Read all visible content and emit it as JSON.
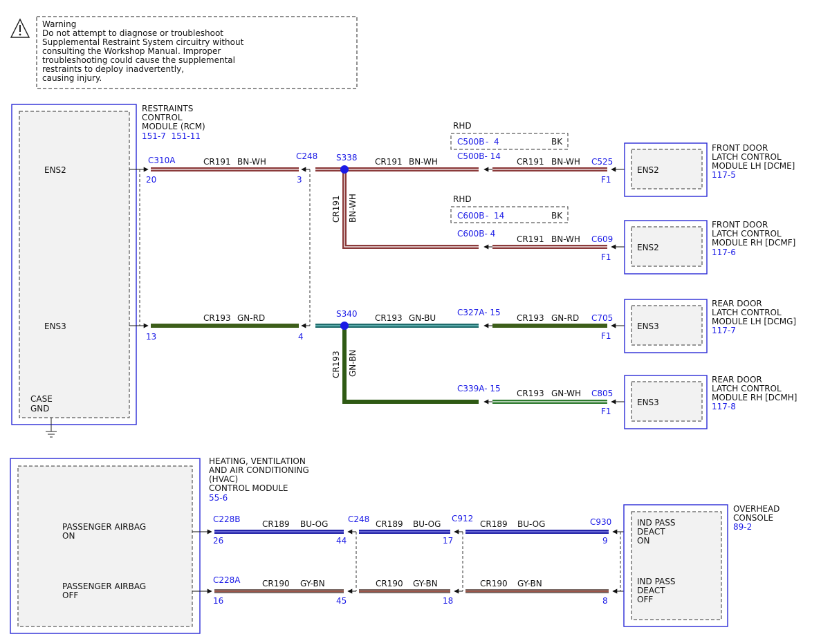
{
  "warning": {
    "lines": [
      "Warning",
      "Do not attempt to diagnose or troubleshoot",
      "Supplemental Restraint System circuitry without",
      "consulting the Workshop Manual. Improper",
      "troubleshooting could cause the supplemental",
      "restraints to deploy inadvertently,",
      "causing injury."
    ]
  },
  "colors": {
    "module_border": "#2b2bd6",
    "label_blue": "#1a1ae6",
    "bn_wh": "#8b3a3a",
    "gn_rd": "#3d5e1a",
    "gn_bu": "#1e6b6b",
    "gn_wh": "#2d7a2d",
    "bu_og": "#2323a8",
    "gy_bn": "#7a6a66",
    "splice": "#1a1ae6"
  },
  "rcm": {
    "name_lines": [
      "RESTRAINTS",
      "CONTROL",
      "MODULE (RCM)"
    ],
    "refs": "151-7  151-11",
    "pin_ens2": "ENS2",
    "pin_ens3": "ENS3",
    "case_gnd_lines": [
      "CASE",
      "GND"
    ]
  },
  "hvac": {
    "name_lines": [
      "HEATING, VENTILATION",
      "AND AIR CONDITIONING",
      "(HVAC)",
      "CONTROL MODULE"
    ],
    "ref": "55-6",
    "pin_on_lines": [
      "PASSENGER AIRBAG",
      "ON"
    ],
    "pin_off_lines": [
      "PASSENGER AIRBAG",
      "OFF"
    ]
  },
  "door_modules": [
    {
      "name_lines": [
        "FRONT DOOR",
        "LATCH CONTROL",
        "MODULE LH [DCME]"
      ],
      "ref": "117-5",
      "pin": "ENS2"
    },
    {
      "name_lines": [
        "FRONT DOOR",
        "LATCH CONTROL",
        "MODULE RH [DCMF]"
      ],
      "ref": "117-6",
      "pin": "ENS2"
    },
    {
      "name_lines": [
        "REAR DOOR",
        "LATCH CONTROL",
        "MODULE LH [DCMG]"
      ],
      "ref": "117-7",
      "pin": "ENS3"
    },
    {
      "name_lines": [
        "REAR DOOR",
        "LATCH CONTROL",
        "MODULE RH [DCMH]"
      ],
      "ref": "117-8",
      "pin": "ENS3"
    }
  ],
  "overhead": {
    "name_lines": [
      "OVERHEAD",
      "CONSOLE"
    ],
    "ref": "89-2",
    "pin_on_lines": [
      "IND PASS",
      "DEACT",
      "ON"
    ],
    "pin_off_lines": [
      "IND PASS",
      "DEACT",
      "OFF"
    ]
  },
  "rhd_boxes": [
    {
      "label": "RHD",
      "connector": "C500B",
      "pin": "4",
      "wire_color": "BK"
    },
    {
      "label": "RHD",
      "connector": "C600B",
      "pin": "14",
      "wire_color": "BK"
    }
  ],
  "connectors": {
    "c310a": "C310A",
    "c310a_pin_ens2": "20",
    "c310a_pin_ens3": "13",
    "c248": "C248",
    "c248_pin_ens2": "3",
    "c248_pin_ens3": "4",
    "c500b_pin": "C500B- 14",
    "c525": "C525",
    "c525_pin": "F1",
    "c600b_pin": "C600B- 4",
    "c609": "C609",
    "c609_pin": "F1",
    "c327a_pin": "C327A- 15",
    "c705": "C705",
    "c705_pin": "F1",
    "c339a_pin": "C339A- 15",
    "c805": "C805",
    "c805_pin": "F1",
    "c228b": "C228B",
    "c228b_pin": "26",
    "c228a": "C228A",
    "c228a_pin": "16",
    "c248b": "C248",
    "c248b_pin_on": "44",
    "c248b_pin_off": "45",
    "c912": "C912",
    "c912_pin_on": "17",
    "c912_pin_off": "18",
    "c930": "C930",
    "c930_pin_on": "9",
    "c930_pin_off": "8"
  },
  "splices": {
    "s338": "S338",
    "s340": "S340"
  },
  "wires": {
    "cr191": "CR191",
    "bn_wh": "BN-WH",
    "cr193": "CR193",
    "gn_rd": "GN-RD",
    "gn_bu": "GN-BU",
    "gn_wh": "GN-WH",
    "gn_bn": "GN-BN",
    "cr189": "CR189",
    "bu_og": "BU-OG",
    "cr190": "CR190",
    "gy_bn": "GY-BN"
  }
}
